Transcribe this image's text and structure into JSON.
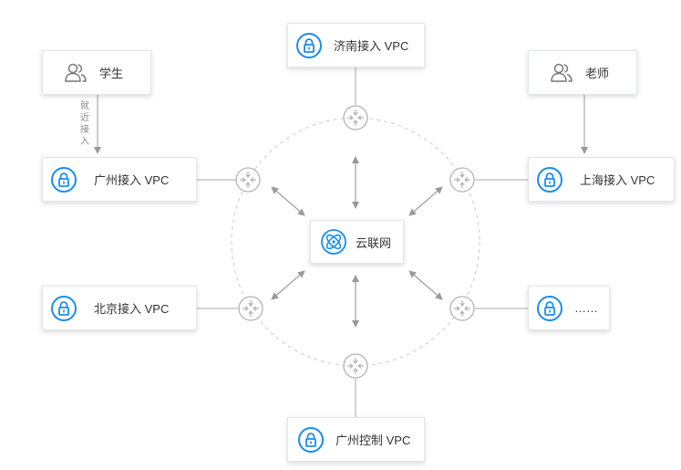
{
  "nodes": {
    "jinan": "济南接入 VPC",
    "guangzhou": "广州接入 VPC",
    "beijing": "北京接入 VPC",
    "shanghai": "上海接入 VPC",
    "more": "……",
    "control": "广州控制 VPC",
    "cloud": "云联网",
    "student": "学生",
    "teacher": "老师"
  },
  "annotations": {
    "nearby_access": "就近接入"
  },
  "icons": {
    "vpc": "lock-icon",
    "user": "users-icon",
    "cloud": "ccn-icon",
    "router": "router-icon"
  },
  "colors": {
    "accent": "#1a8cf2",
    "line": "#999999",
    "dashed_circle": "#cccccc"
  }
}
